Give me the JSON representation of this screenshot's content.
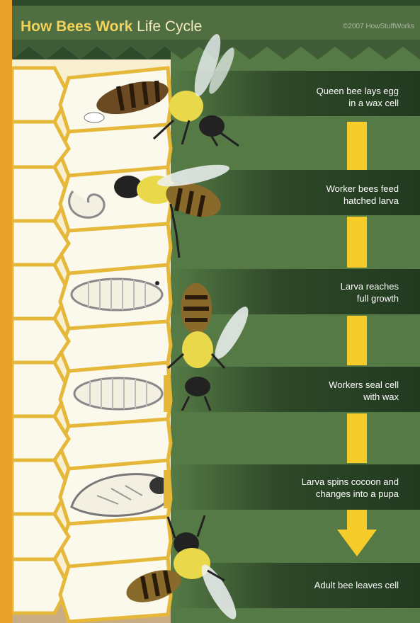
{
  "header": {
    "title_bold": "How Bees Work",
    "title_light": " Life Cycle",
    "copyright": "©2007 HowStuffWorks"
  },
  "steps": [
    {
      "label": "Queen bee lays egg\nin a wax cell"
    },
    {
      "label": "Worker bees feed\nhatched larva"
    },
    {
      "label": "Larva reaches\nfull growth"
    },
    {
      "label": "Workers seal cell\nwith wax"
    },
    {
      "label": "Larva spins cocoon and\nchanges into a pupa"
    },
    {
      "label": "Adult bee leaves cell"
    }
  ],
  "colors": {
    "accent_yellow": "#f5cc2a",
    "panel_green": "#557a45",
    "dark_green": "#2d4728",
    "honeycomb_fill": "#f7efcf",
    "honeycomb_border": "#e6b83a"
  }
}
